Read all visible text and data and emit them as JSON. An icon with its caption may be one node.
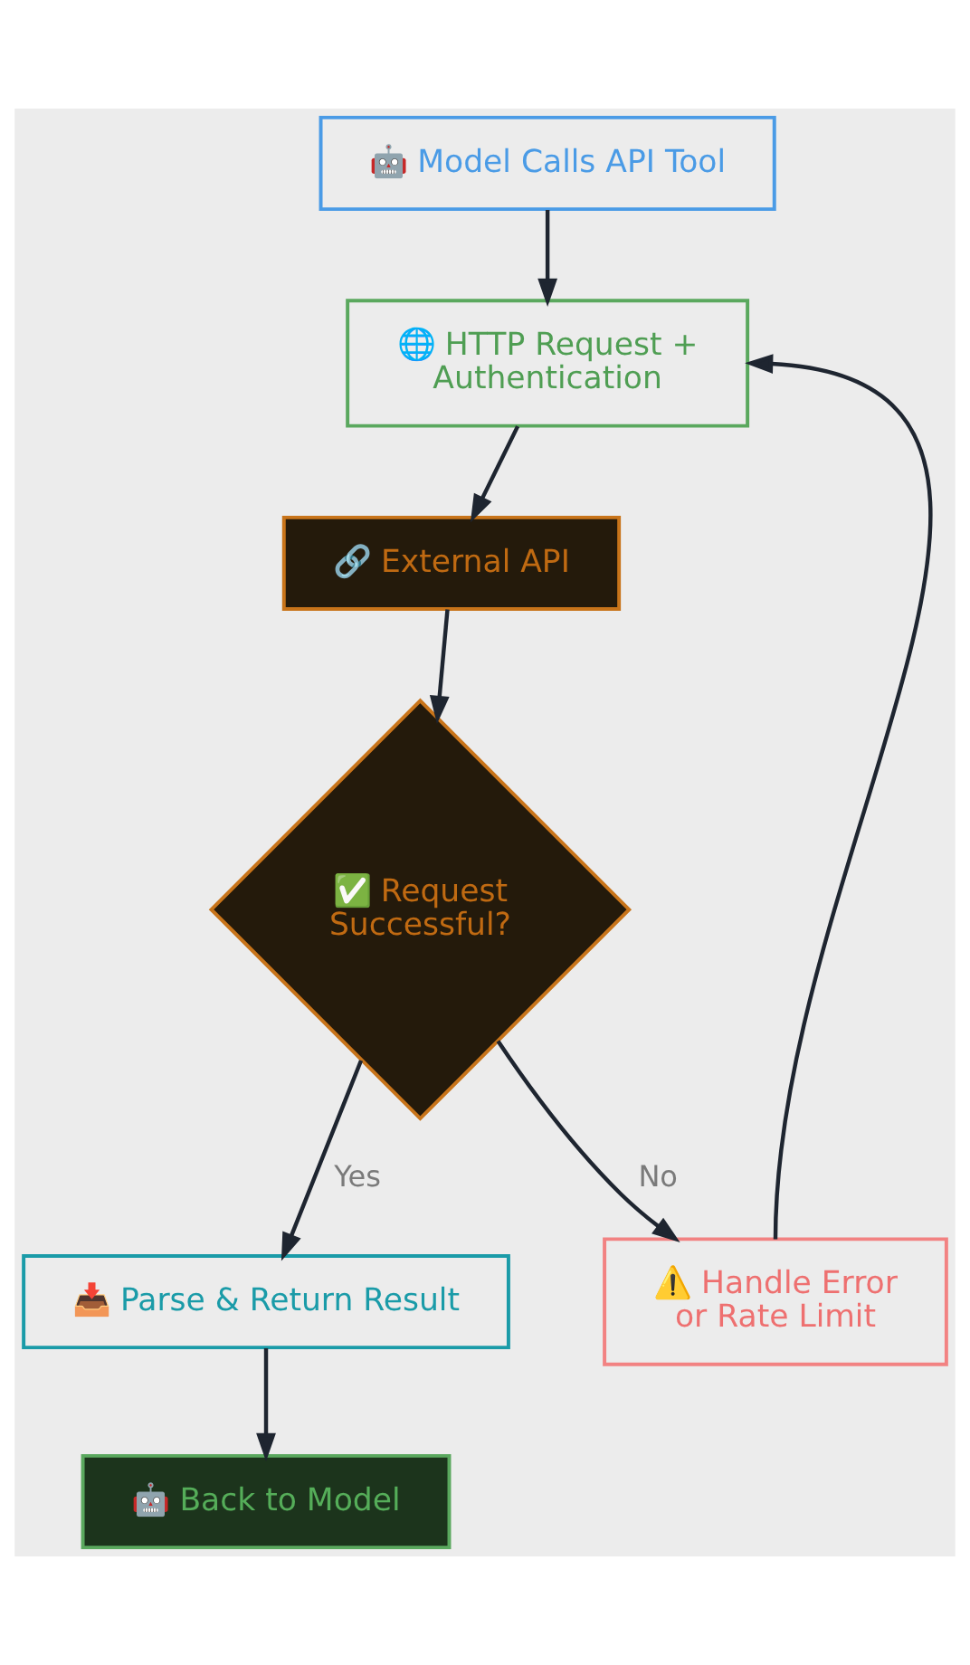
{
  "diagram": {
    "nodes": [
      {
        "text": [
          "🤖 Model Calls API Tool"
        ]
      },
      {
        "text": [
          "🌐 HTTP Request + Authentication"
        ]
      },
      {
        "text": [
          "🔗 External API"
        ]
      },
      {
        "text": [
          "✅ Request Successful?"
        ]
      },
      {
        "text": [
          "📥 Parse & Return Result"
        ]
      },
      {
        "text": [
          "⚠️ Handle Error or Rate Limit"
        ]
      },
      {
        "text": [
          "🤖 Back to Model"
        ]
      }
    ],
    "edges": [
      {
        "from": 0,
        "to": 1,
        "arrow": "to"
      },
      {
        "from": 1,
        "to": 2,
        "arrow": "to"
      },
      {
        "from": 2,
        "to": 3,
        "arrow": "to"
      },
      {
        "from": 3,
        "to": 4,
        "arrow": "to",
        "label": "Yes"
      },
      {
        "from": 3,
        "to": 5,
        "arrow": "to",
        "label": "No"
      },
      {
        "from": 5,
        "to": 1,
        "arrow": "to"
      },
      {
        "from": 4,
        "to": 6,
        "arrow": "to"
      }
    ]
  }
}
